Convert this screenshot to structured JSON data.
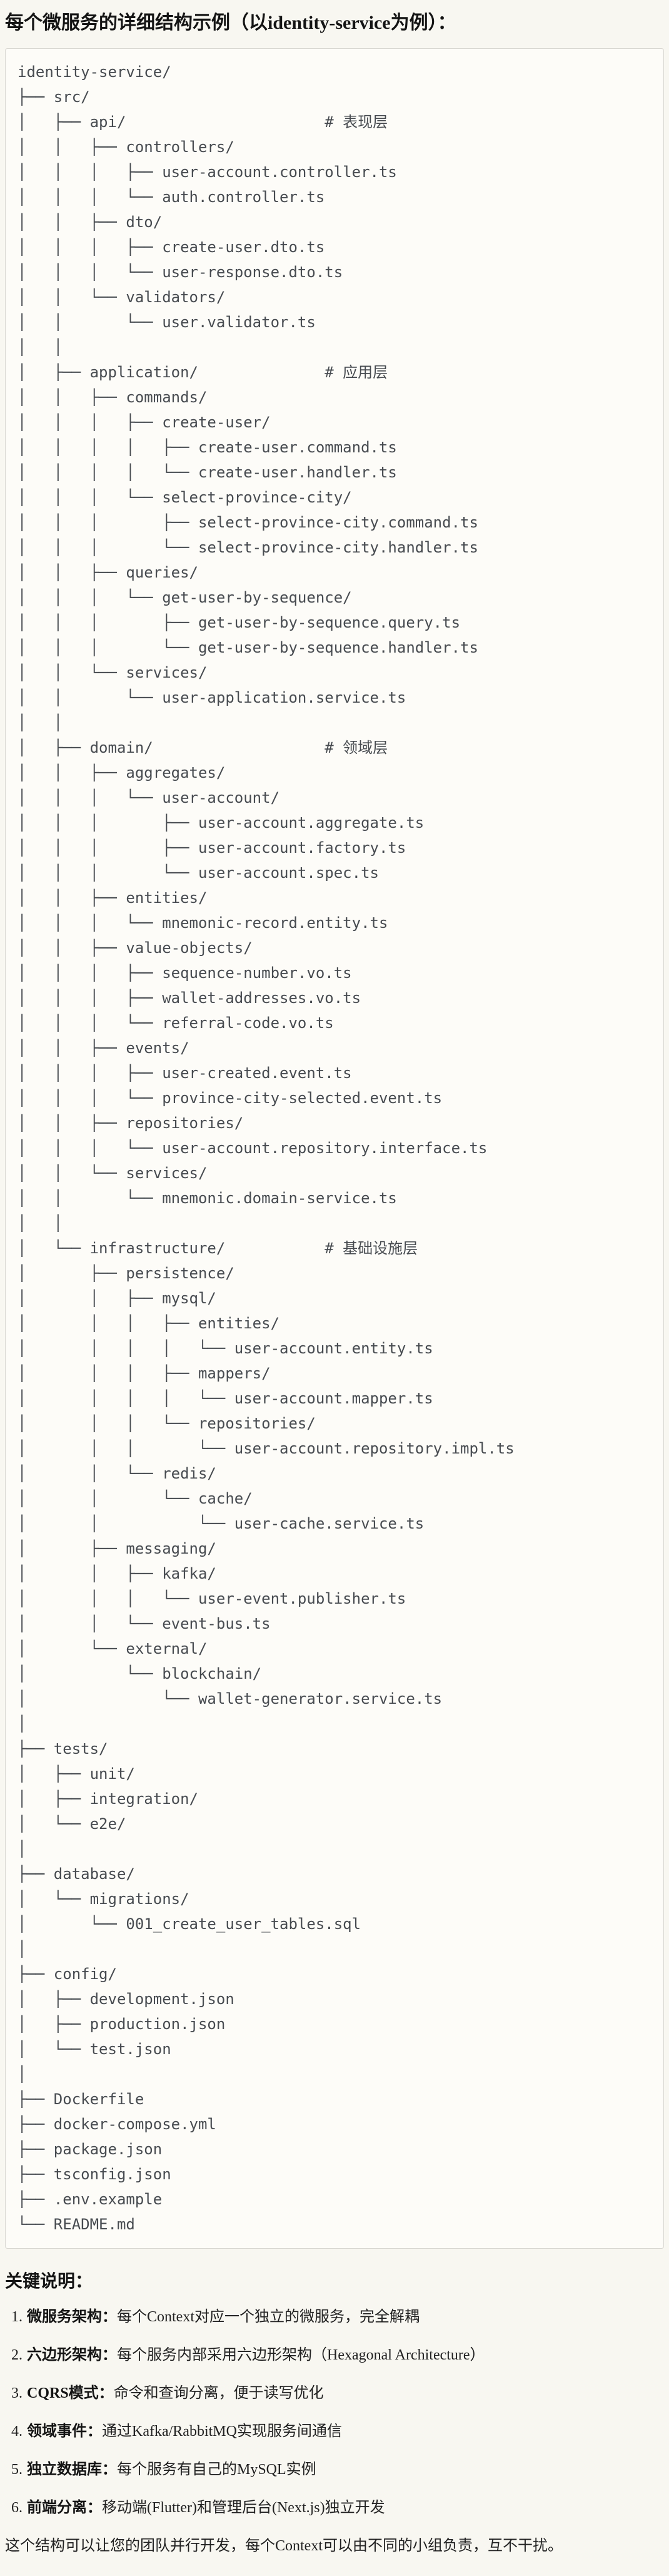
{
  "title": "每个微服务的详细结构示例（以identity-service为例）：",
  "tree_lines": [
    "identity-service/",
    "├── src/",
    "│   ├── api/                      # 表现层",
    "│   │   ├── controllers/",
    "│   │   │   ├── user-account.controller.ts",
    "│   │   │   └── auth.controller.ts",
    "│   │   ├── dto/",
    "│   │   │   ├── create-user.dto.ts",
    "│   │   │   └── user-response.dto.ts",
    "│   │   └── validators/",
    "│   │       └── user.validator.ts",
    "│   │",
    "│   ├── application/              # 应用层",
    "│   │   ├── commands/",
    "│   │   │   ├── create-user/",
    "│   │   │   │   ├── create-user.command.ts",
    "│   │   │   │   └── create-user.handler.ts",
    "│   │   │   └── select-province-city/",
    "│   │   │       ├── select-province-city.command.ts",
    "│   │   │       └── select-province-city.handler.ts",
    "│   │   ├── queries/",
    "│   │   │   └── get-user-by-sequence/",
    "│   │   │       ├── get-user-by-sequence.query.ts",
    "│   │   │       └── get-user-by-sequence.handler.ts",
    "│   │   └── services/",
    "│   │       └── user-application.service.ts",
    "│   │",
    "│   ├── domain/                   # 领域层",
    "│   │   ├── aggregates/",
    "│   │   │   └── user-account/",
    "│   │   │       ├── user-account.aggregate.ts",
    "│   │   │       ├── user-account.factory.ts",
    "│   │   │       └── user-account.spec.ts",
    "│   │   ├── entities/",
    "│   │   │   └── mnemonic-record.entity.ts",
    "│   │   ├── value-objects/",
    "│   │   │   ├── sequence-number.vo.ts",
    "│   │   │   ├── wallet-addresses.vo.ts",
    "│   │   │   └── referral-code.vo.ts",
    "│   │   ├── events/",
    "│   │   │   ├── user-created.event.ts",
    "│   │   │   └── province-city-selected.event.ts",
    "│   │   ├── repositories/",
    "│   │   │   └── user-account.repository.interface.ts",
    "│   │   └── services/",
    "│   │       └── mnemonic.domain-service.ts",
    "│   │",
    "│   └── infrastructure/           # 基础设施层",
    "│       ├── persistence/",
    "│       │   ├── mysql/",
    "│       │   │   ├── entities/",
    "│       │   │   │   └── user-account.entity.ts",
    "│       │   │   ├── mappers/",
    "│       │   │   │   └── user-account.mapper.ts",
    "│       │   │   └── repositories/",
    "│       │   │       └── user-account.repository.impl.ts",
    "│       │   └── redis/",
    "│       │       └── cache/",
    "│       │           └── user-cache.service.ts",
    "│       ├── messaging/",
    "│       │   ├── kafka/",
    "│       │   │   └── user-event.publisher.ts",
    "│       │   └── event-bus.ts",
    "│       └── external/",
    "│           └── blockchain/",
    "│               └── wallet-generator.service.ts",
    "│",
    "├── tests/",
    "│   ├── unit/",
    "│   ├── integration/",
    "│   └── e2e/",
    "│",
    "├── database/",
    "│   └── migrations/",
    "│       └── 001_create_user_tables.sql",
    "│",
    "├── config/",
    "│   ├── development.json",
    "│   ├── production.json",
    "│   └── test.json",
    "│",
    "├── Dockerfile",
    "├── docker-compose.yml",
    "├── package.json",
    "├── tsconfig.json",
    "├── .env.example",
    "└── README.md"
  ],
  "notes": {
    "heading": "关键说明：",
    "items": [
      {
        "num": "1.",
        "label": "微服务架构：",
        "text": "每个Context对应一个独立的微服务，完全解耦"
      },
      {
        "num": "2.",
        "label": "六边形架构：",
        "text": "每个服务内部采用六边形架构（Hexagonal Architecture）"
      },
      {
        "num": "3.",
        "label": "CQRS模式：",
        "text": "命令和查询分离，便于读写优化"
      },
      {
        "num": "4.",
        "label": "领域事件：",
        "text": "通过Kafka/RabbitMQ实现服务间通信"
      },
      {
        "num": "5.",
        "label": "独立数据库：",
        "text": "每个服务有自己的MySQL实例"
      },
      {
        "num": "6.",
        "label": "前端分离：",
        "text": "移动端(Flutter)和管理后台(Next.js)独立开发"
      }
    ],
    "footer": "这个结构可以让您的团队并行开发，每个Context可以由不同的小组负责，互不干扰。"
  }
}
